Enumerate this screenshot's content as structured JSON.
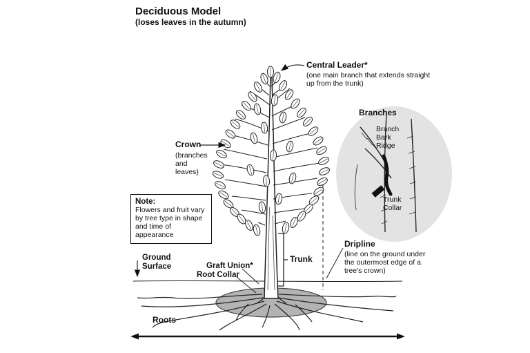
{
  "title": "Deciduous Model",
  "subtitle": "(loses leaves in the autumn)",
  "labels": {
    "central_leader": {
      "title": "Central Leader*",
      "desc": "(one main branch that extends straight up from the trunk)"
    },
    "crown": {
      "title": "Crown",
      "desc": "(branches and leaves)"
    },
    "note": {
      "title": "Note:",
      "body": "Flowers and fruit vary by tree type in shape and time of appearance"
    },
    "branches_inset": {
      "title": "Branches",
      "branch_bark_ridge": "Branch Bark Ridge",
      "trunk_collar": "Trunk Collar"
    },
    "dripline": {
      "title": "Dripline",
      "desc": "(line on the ground under the outermost edge of a tree's crown)"
    },
    "ground_surface": "Ground Surface",
    "graft_union": "Graft Union*",
    "root_collar": "Root Collar",
    "trunk": "Trunk",
    "roots": "Roots"
  },
  "colors": {
    "ink": "#111111",
    "inset_bg": "#e3e3e3",
    "rootball": "#b3b3b3"
  }
}
